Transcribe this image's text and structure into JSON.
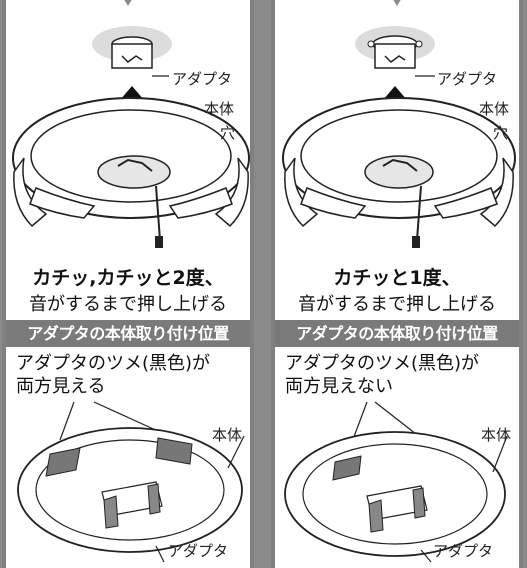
{
  "left": {
    "callout_adapter": "アダプタ",
    "callout_body": "本体",
    "callout_hole": "穴",
    "instruction_line1": "カチッ,カチッと2度、",
    "instruction_line2": "音がするまで押し上げる",
    "section_bar": "アダプタの本体取り付け位置",
    "note_line1": "アダプタのツメ(黒色)が",
    "note_line2": "両方見える",
    "detail_body": "本体",
    "detail_adapter": "アダプタ"
  },
  "right": {
    "callout_adapter": "アダプタ",
    "callout_body": "本体",
    "callout_hole": "穴",
    "instruction_line1": "カチッと1度、",
    "instruction_line2": "音がするまで押し上げる",
    "section_bar": "アダプタの本体取り付け位置",
    "note_line1": "アダプタのツメ(黒色)が",
    "note_line2": "両方見えない",
    "detail_body": "本体",
    "detail_adapter": "アダプタ"
  }
}
